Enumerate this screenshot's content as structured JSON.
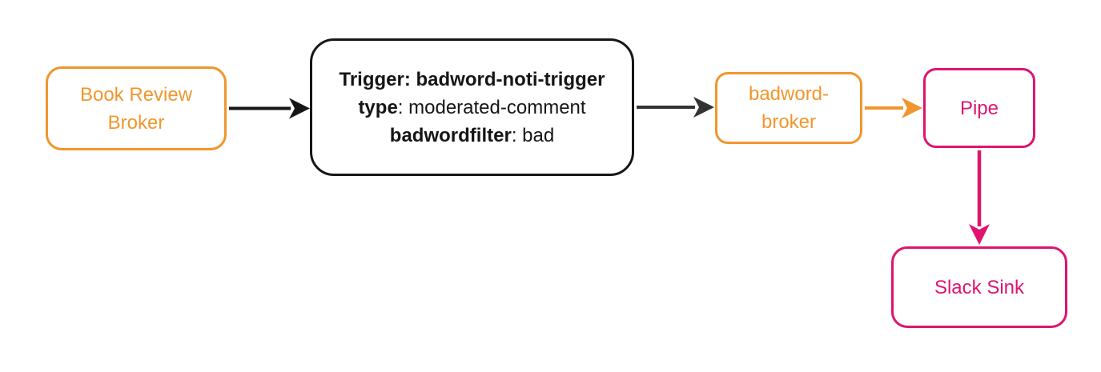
{
  "colors": {
    "orange": "#F0962D",
    "pink": "#DE146E",
    "black": "#161616",
    "dark_gray": "#333333",
    "background": "#FFFFFF"
  },
  "nodes": {
    "book_review_broker": {
      "line1": "Book Review",
      "line2": "Broker"
    },
    "trigger": {
      "line1_bold": "Trigger: badword-noti-trigger",
      "line2_bold": "type",
      "line2_rest": ": moderated-comment",
      "line3_bold": "badwordfilter",
      "line3_rest": ": bad"
    },
    "badword_broker": {
      "line1": "badword-",
      "line2": "broker"
    },
    "pipe": {
      "label": "Pipe"
    },
    "slack_sink": {
      "label": "Slack Sink"
    }
  },
  "edges": [
    {
      "from": "book_review_broker",
      "to": "trigger",
      "color": "black",
      "direction": "right"
    },
    {
      "from": "trigger",
      "to": "badword_broker",
      "color": "dark_gray",
      "direction": "right"
    },
    {
      "from": "badword_broker",
      "to": "pipe",
      "color": "orange",
      "direction": "right"
    },
    {
      "from": "pipe",
      "to": "slack_sink",
      "color": "pink",
      "direction": "down"
    }
  ]
}
